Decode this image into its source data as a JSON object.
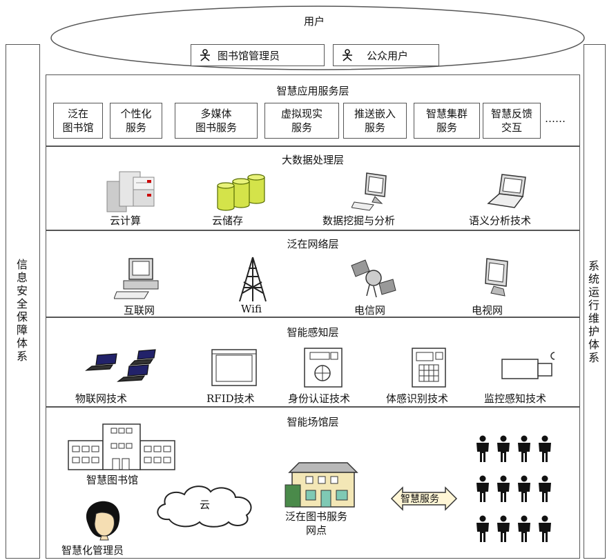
{
  "user_ellipse": {
    "label": "用户",
    "admin": "图书馆管理员",
    "public": "公众用户"
  },
  "left_side": "信息安全保障体系",
  "right_side": "系统运行维护体系",
  "app_layer": {
    "title": "智慧应用服务层",
    "services": [
      "泛在\n图书馆",
      "个性化\n服务",
      "多媒体\n图书服务",
      "虚拟现实\n服务",
      "推送嵌入\n服务",
      "智慧集群\n服务",
      "智慧反馈\n交互"
    ],
    "more": "……"
  },
  "bigdata_layer": {
    "title": "大数据处理层",
    "items": [
      "云计算",
      "云储存",
      "数据挖掘与分析",
      "语义分析技术"
    ]
  },
  "network_layer": {
    "title": "泛在网络层",
    "items": [
      "互联网",
      "Wifi",
      "电信网",
      "电视网"
    ]
  },
  "sensing_layer": {
    "title": "智能感知层",
    "items": [
      "物联网技术",
      "RFID技术",
      "身份认证技术",
      "体感识别技术",
      "监控感知技术"
    ]
  },
  "venue_layer": {
    "title": "智能场馆层",
    "library": "智慧图书馆",
    "admin": "智慧化管理员",
    "cloud": "云",
    "outlet": "泛在图书服务\n网点",
    "service": "智慧服务"
  }
}
